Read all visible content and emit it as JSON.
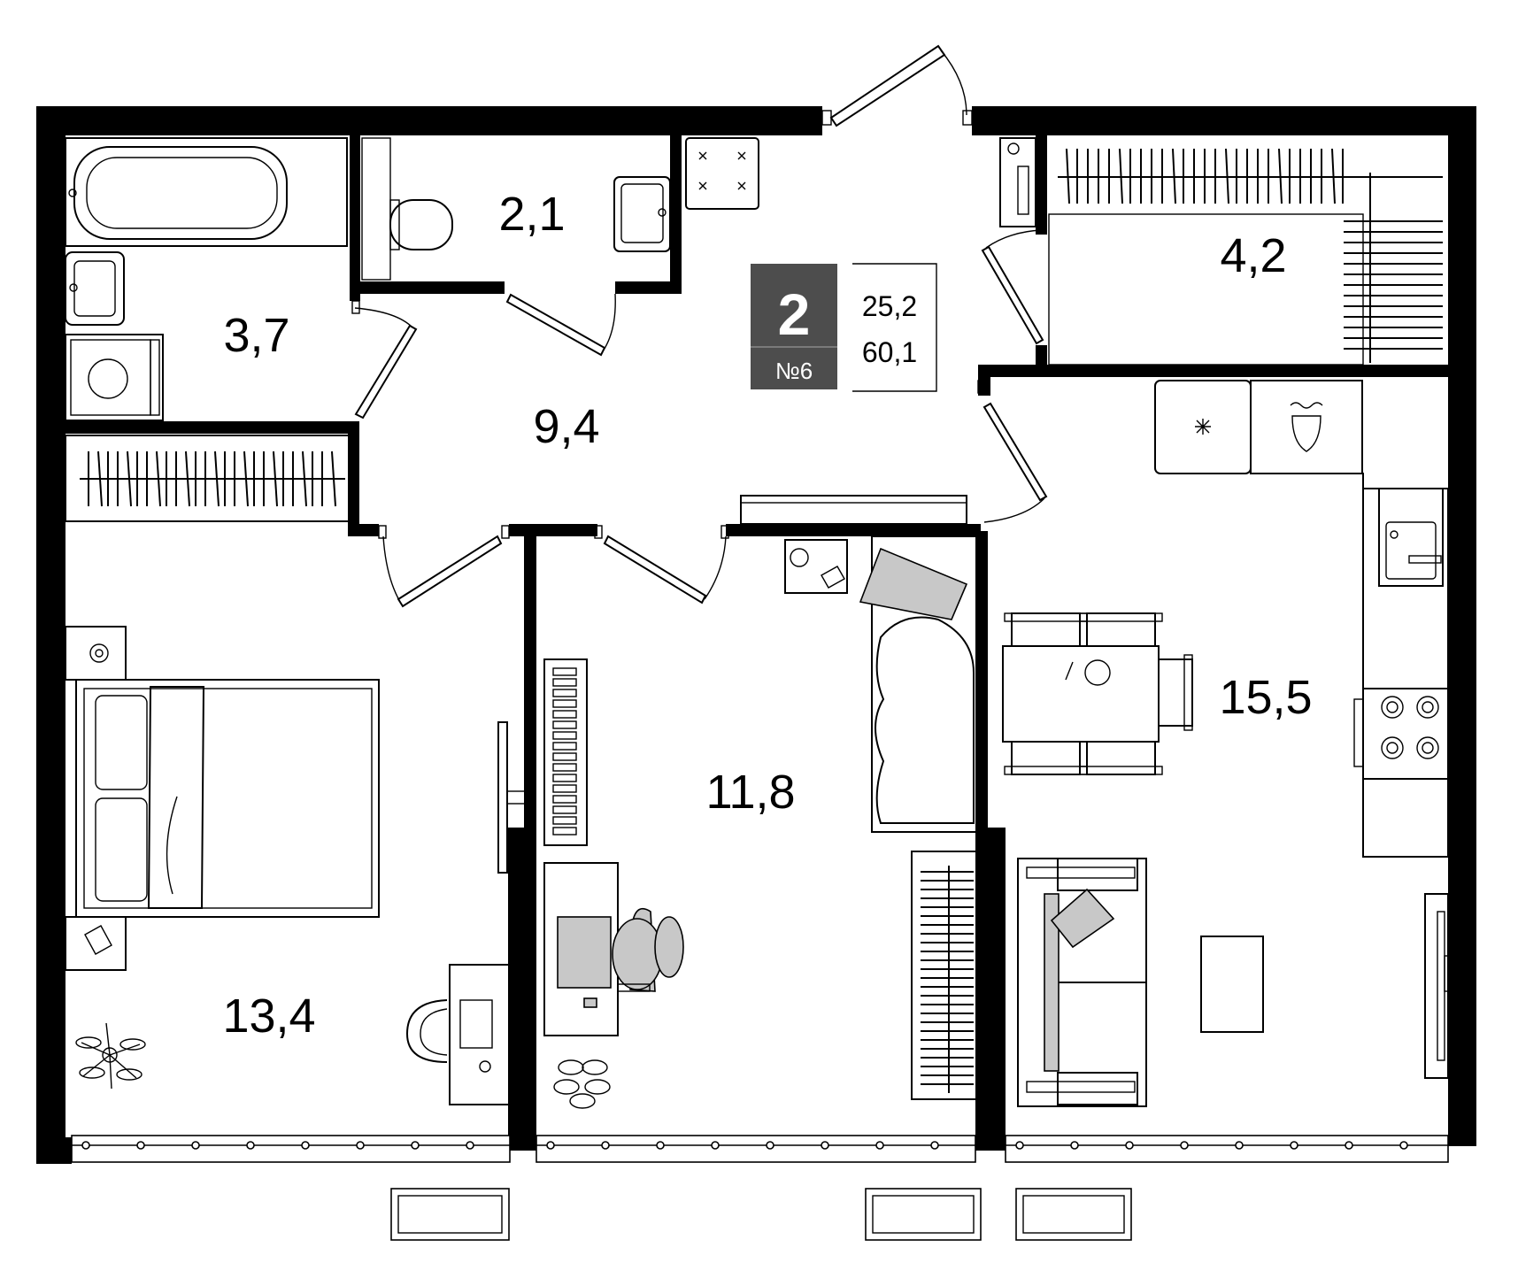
{
  "apartment": {
    "rooms_count": "2",
    "number_label": "№6",
    "living_area": "25,2",
    "total_area": "60,1",
    "badge_color": "#4d4d4d"
  },
  "rooms": [
    {
      "id": "bathroom",
      "area": "3,7"
    },
    {
      "id": "toilet",
      "area": "2,1"
    },
    {
      "id": "hallway",
      "area": "9,4"
    },
    {
      "id": "wardrobe",
      "area": "4,2"
    },
    {
      "id": "bedroom",
      "area": "13,4"
    },
    {
      "id": "second-bedroom",
      "area": "11,8"
    },
    {
      "id": "kitchen-living",
      "area": "15,5"
    }
  ],
  "colors": {
    "walls": "#000000",
    "furniture_fill": "#c8c8c8",
    "background": "#ffffff"
  }
}
